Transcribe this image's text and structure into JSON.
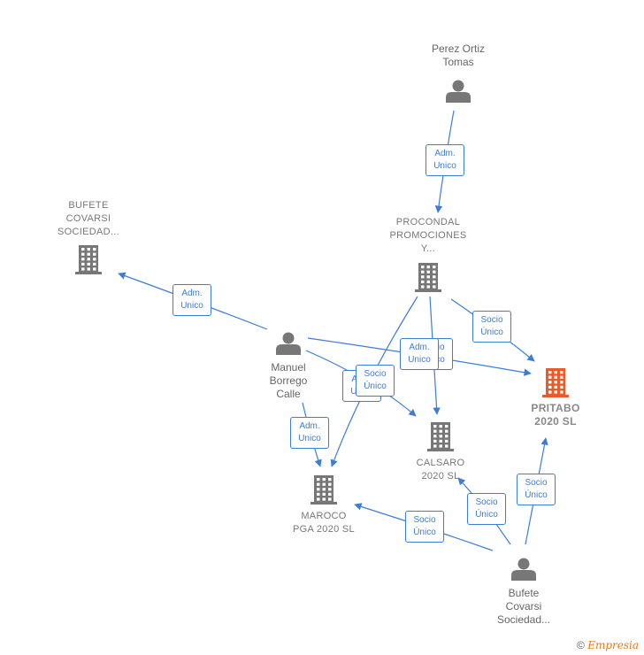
{
  "colors": {
    "edge": "#3c7dd6",
    "node": "#777777",
    "focus": "#ea5a2a"
  },
  "nodes": [
    {
      "id": "perez",
      "kind": "person",
      "label": "Perez Ortiz\nTomas"
    },
    {
      "id": "procondal",
      "kind": "company",
      "label": "PROCONDAL\nPROMOCIONES\nY..."
    },
    {
      "id": "bufete_co",
      "kind": "company",
      "label": "BUFETE\nCOVARSI\nSOCIEDAD..."
    },
    {
      "id": "manuel",
      "kind": "person",
      "label": "Manuel\nBorrego\nCalle"
    },
    {
      "id": "pritabo",
      "kind": "company",
      "focus": true,
      "label": "PRITABO\n2020  SL"
    },
    {
      "id": "calsaro",
      "kind": "company",
      "label": "CALSARO\n2020  SL"
    },
    {
      "id": "maroco",
      "kind": "company",
      "label": "MAROCO\nPGA 2020  SL"
    },
    {
      "id": "bufete_p",
      "kind": "person",
      "label": "Bufete\nCovarsi\nSociedad..."
    }
  ],
  "edges": [
    {
      "from": "perez",
      "to": "procondal",
      "label": "Adm.\nUnico"
    },
    {
      "from": "manuel",
      "to": "bufete_co",
      "label": "Adm.\nUnico"
    },
    {
      "from": "procondal",
      "to": "pritabo",
      "label": "Socio\nÚnico"
    },
    {
      "from": "procondal",
      "to": "calsaro",
      "label": "Socio\nÚnico"
    },
    {
      "from": "procondal",
      "to": "maroco",
      "label": "Adm.\nUnico"
    },
    {
      "from": "manuel",
      "to": "pritabo",
      "label": "Adm.\nUnico"
    },
    {
      "from": "manuel",
      "to": "calsaro",
      "label": "Socio\nÚnico"
    },
    {
      "from": "manuel",
      "to": "maroco",
      "label": "Adm.\nUnico"
    },
    {
      "from": "bufete_p",
      "to": "pritabo",
      "label": "Socio\nÚnico"
    },
    {
      "from": "bufete_p",
      "to": "calsaro",
      "label": "Socio\nÚnico"
    },
    {
      "from": "bufete_p",
      "to": "maroco",
      "label": "Socio\nÚnico"
    }
  ],
  "footer": {
    "copyright": "©",
    "brand": "Empresia"
  }
}
